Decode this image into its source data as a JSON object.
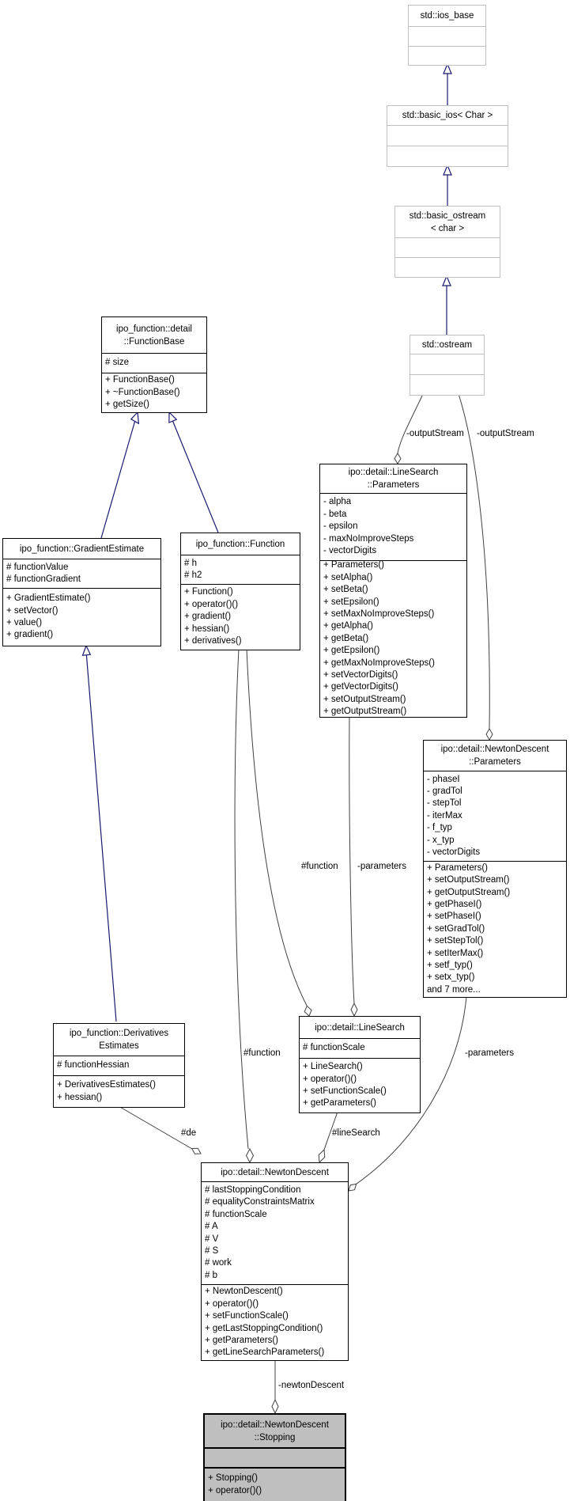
{
  "diagram": {
    "kind": "uml-collaboration-graph",
    "classes": [
      {
        "id": "ios_base",
        "style": "external",
        "title": [
          "std::ios_base"
        ],
        "attributes": [],
        "methods": []
      },
      {
        "id": "basic_ios",
        "style": "external",
        "title": [
          "std::basic_ios< Char >"
        ],
        "attributes": [],
        "methods": []
      },
      {
        "id": "basic_ostream",
        "style": "external",
        "title": [
          "std::basic_ostream",
          "< char >"
        ],
        "attributes": [],
        "methods": []
      },
      {
        "id": "ostream",
        "style": "external",
        "title": [
          "std::ostream"
        ],
        "attributes": [],
        "methods": []
      },
      {
        "id": "function_base",
        "style": "internal",
        "title": [
          "ipo_function::detail",
          "::FunctionBase"
        ],
        "attributes": [
          "# size"
        ],
        "methods": [
          "+ FunctionBase()",
          "+ ~FunctionBase()",
          "+ getSize()"
        ]
      },
      {
        "id": "gradient_estimate",
        "style": "internal",
        "title": [
          "ipo_function::GradientEstimate"
        ],
        "attributes": [
          "# functionValue",
          "# functionGradient"
        ],
        "methods": [
          "+ GradientEstimate()",
          "+ setVector()",
          "+ value()",
          "+ gradient()"
        ]
      },
      {
        "id": "function",
        "style": "internal",
        "title": [
          "ipo_function::Function"
        ],
        "attributes": [
          "# h",
          "# h2"
        ],
        "methods": [
          "+ Function()",
          "+ operator()()",
          "+ gradient()",
          "+ hessian()",
          "+ derivatives()"
        ]
      },
      {
        "id": "linesearch_params",
        "style": "internal",
        "title": [
          "ipo::detail::LineSearch",
          "::Parameters"
        ],
        "attributes": [
          "- alpha",
          "- beta",
          "- epsilon",
          "- maxNoImproveSteps",
          "- vectorDigits"
        ],
        "methods": [
          "+ Parameters()",
          "+ setAlpha()",
          "+ setBeta()",
          "+ setEpsilon()",
          "+ setMaxNoImproveSteps()",
          "+ getAlpha()",
          "+ getBeta()",
          "+ getEpsilon()",
          "+ getMaxNoImproveSteps()",
          "+ setVectorDigits()",
          "+ getVectorDigits()",
          "+ setOutputStream()",
          "+ getOutputStream()"
        ]
      },
      {
        "id": "newton_params",
        "style": "internal",
        "title": [
          "ipo::detail::NewtonDescent",
          "::Parameters"
        ],
        "attributes": [
          "- phaseI",
          "- gradTol",
          "- stepTol",
          "- iterMax",
          "- f_typ",
          "- x_typ",
          "- vectorDigits"
        ],
        "methods": [
          "+ Parameters()",
          "+ setOutputStream()",
          "+ getOutputStream()",
          "+ getPhaseI()",
          "+ setPhaseI()",
          "+ setGradTol()",
          "+ setStepTol()",
          "+ setIterMax()",
          "+ setf_typ()",
          "+ setx_typ()",
          "and 7 more..."
        ]
      },
      {
        "id": "derivatives_estimates",
        "style": "internal",
        "title": [
          "ipo_function::Derivatives",
          "Estimates"
        ],
        "attributes": [
          "# functionHessian"
        ],
        "methods": [
          "+ DerivativesEstimates()",
          "+ hessian()"
        ]
      },
      {
        "id": "linesearch",
        "style": "internal",
        "title": [
          "ipo::detail::LineSearch"
        ],
        "attributes": [
          "# functionScale"
        ],
        "methods": [
          "+ LineSearch()",
          "+ operator()()",
          "+ setFunctionScale()",
          "+ getParameters()"
        ]
      },
      {
        "id": "newton_descent",
        "style": "internal",
        "title": [
          "ipo::detail::NewtonDescent"
        ],
        "attributes": [
          "# lastStoppingCondition",
          "# equalityConstraintsMatrix",
          "# functionScale",
          "# A",
          "# V",
          "# S",
          "# work",
          "# b"
        ],
        "methods": [
          "+ NewtonDescent()",
          "+ operator()()",
          "+ setFunctionScale()",
          "+ getLastStoppingCondition()",
          "+ getParameters()",
          "+ getLineSearchParameters()"
        ]
      },
      {
        "id": "stopping",
        "style": "highlight",
        "title": [
          "ipo::detail::NewtonDescent",
          "::Stopping"
        ],
        "attributes": [],
        "methods": [
          "+ Stopping()",
          "+ operator()()"
        ]
      }
    ],
    "edge_labels": [
      {
        "id": "outputstream_left",
        "text": "-outputStream"
      },
      {
        "id": "outputstream_right",
        "text": "-outputStream"
      },
      {
        "id": "function_upper",
        "text": "#function"
      },
      {
        "id": "parameters_upper",
        "text": "-parameters"
      },
      {
        "id": "function_lower",
        "text": "#function"
      },
      {
        "id": "parameters_lower",
        "text": "-parameters"
      },
      {
        "id": "de",
        "text": "#de"
      },
      {
        "id": "linesearch_lbl",
        "text": "#lineSearch"
      },
      {
        "id": "newtondescent_lbl",
        "text": "-newtonDescent"
      }
    ],
    "colors": {
      "inheritance_edge": "#191970",
      "aggregation_edge": "#404040",
      "external_border": "#bfbfbf",
      "internal_border": "#000000",
      "highlight_fill": "#bfbfbf",
      "box_fill": "#ffffff"
    }
  }
}
